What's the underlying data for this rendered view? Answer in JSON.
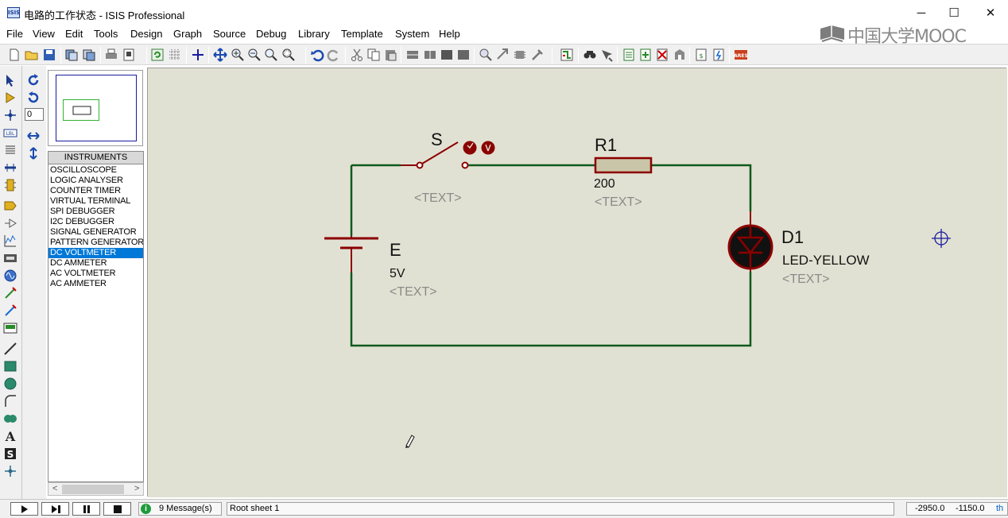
{
  "window": {
    "title": "电路的工作状态 - ISIS Professional",
    "icon_label": "ISIS",
    "controls": {
      "minimize": "─",
      "maximize": "☐",
      "close": "✕"
    }
  },
  "menu": [
    "File",
    "View",
    "Edit",
    "Tools",
    "Design",
    "Graph",
    "Source",
    "Debug",
    "Library",
    "Template",
    "System",
    "Help"
  ],
  "watermark": "中国大学MOOC",
  "left_panel": {
    "rotation_value": "0",
    "instruments_header": "INSTRUMENTS",
    "instruments": [
      "OSCILLOSCOPE",
      "LOGIC ANALYSER",
      "COUNTER TIMER",
      "VIRTUAL TERMINAL",
      "SPI DEBUGGER",
      "I2C DEBUGGER",
      "SIGNAL GENERATOR",
      "PATTERN GENERATOR",
      "DC VOLTMETER",
      "DC AMMETER",
      "AC VOLTMETER",
      "AC AMMETER"
    ],
    "selected_instrument": "DC VOLTMETER",
    "scroll_left": "<",
    "scroll_right": ">"
  },
  "schematic": {
    "switch": {
      "ref": "S",
      "text": "<TEXT>"
    },
    "resistor": {
      "ref": "R1",
      "value": "200",
      "text": "<TEXT>"
    },
    "battery": {
      "ref": "E",
      "value": "5V",
      "text": "<TEXT>"
    },
    "led": {
      "ref": "D1",
      "value": "LED-YELLOW",
      "text": "<TEXT>"
    },
    "colors": {
      "wire": "#0f5a1c",
      "component": "#8b0000",
      "background": "#e1e1d3",
      "text_placeholder": "#8a8a8a"
    }
  },
  "status": {
    "messages": "9 Message(s)",
    "sheet": "Root sheet 1",
    "coord_x": "-2950.0",
    "coord_y": "-1150.0",
    "unit": "th"
  }
}
